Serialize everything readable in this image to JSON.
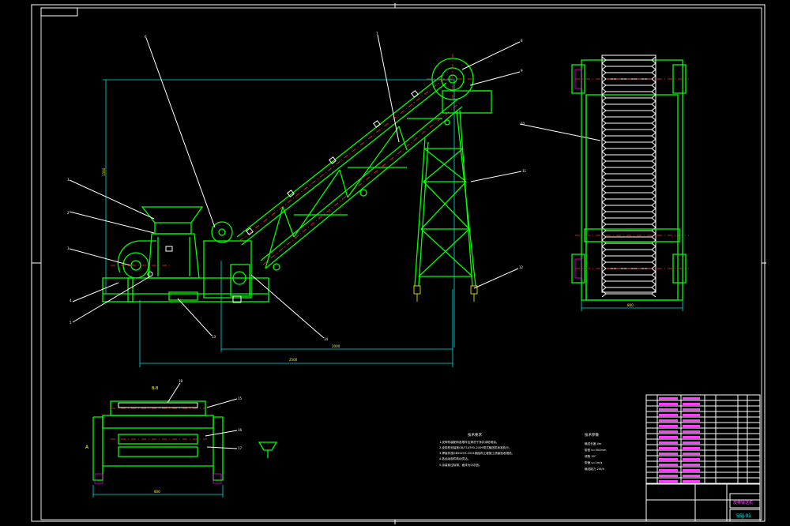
{
  "drawing_number": "SSJ-01",
  "title_block_name": "皮带输送机",
  "section_label": "B-B",
  "detail_label": "A",
  "part_numbers": [
    "1",
    "2",
    "3",
    "4",
    "5",
    "6",
    "7",
    "8",
    "9",
    "10",
    "11",
    "12",
    "13",
    "14",
    "15",
    "16",
    "17",
    "18"
  ],
  "dimensions": {
    "overall_length": "2500",
    "span": "2000",
    "height": "1350",
    "width": "800",
    "section_width": "800"
  },
  "tech_requirements": {
    "heading": "技术要求",
    "lines": [
      "1.皮带机装配前各零件应清洗干净并涂防锈油。",
      "2.皮带机安装按GB/T10595-2009带式输送机标准执行。",
      "3.焊接件按GB50205-2001钢结构工程施工质量验收规范。",
      "4.各运动部件转动灵活。",
      "5.涂装前应除锈，面漆为中灰色。"
    ]
  },
  "tech_specs": {
    "heading": "技术参数",
    "lines": [
      "输送长度 4m",
      "带宽 b=500mm",
      "倾角 30°",
      "带速 v=1m/s",
      "输送能力 20t/h"
    ]
  }
}
